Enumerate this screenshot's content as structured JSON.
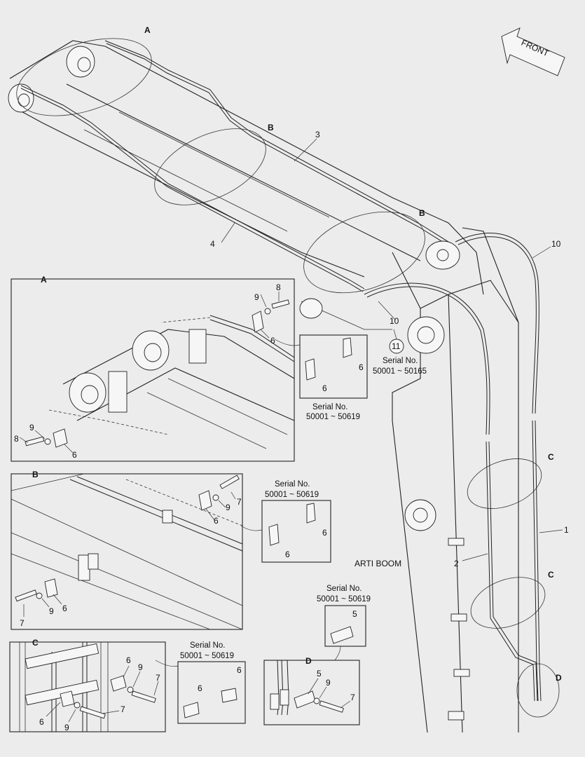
{
  "front_label": "FRONT",
  "boom_label": "ARTI BOOM",
  "callouts": {
    "main_A": "A",
    "main_B1": "B",
    "main_B2": "B",
    "main_C1": "C",
    "main_C2": "C",
    "main_D": "D",
    "p1": "1",
    "p2": "2",
    "p3": "3",
    "p4": "4",
    "p10a": "10",
    "p10b": "10",
    "p11": "11"
  },
  "serial_11": {
    "title": "Serial No.",
    "range": "50001 ~ 50165"
  },
  "detail_A": {
    "title": "A",
    "labels": {
      "n8a": "8",
      "n9a": "9",
      "n6a": "6",
      "n8b": "8",
      "n9b": "9",
      "n6b": "6"
    },
    "serial": {
      "title": "Serial No.",
      "range": "50001 ~ 50619",
      "p1": "6",
      "p2": "6"
    }
  },
  "detail_B": {
    "title": "B",
    "labels": {
      "n7a": "7",
      "n9a": "9",
      "n6a": "6",
      "n7b": "7",
      "n9b": "9",
      "n6b": "6"
    },
    "serial": {
      "title": "Serial No.",
      "range": "50001 ~ 50619",
      "p1": "6",
      "p2": "6"
    }
  },
  "detail_C": {
    "title": "C",
    "labels": {
      "n6a": "6",
      "n9a": "9",
      "n7a": "7",
      "n6b": "6",
      "n9b": "9",
      "n7b": "7"
    },
    "serial": {
      "title": "Serial No.",
      "range": "50001 ~ 50619",
      "p1": "6",
      "p2": "6"
    }
  },
  "detail_D": {
    "title": "D",
    "labels": {
      "n5": "5",
      "n9": "9",
      "n7": "7"
    },
    "serial": {
      "title": "Serial No.",
      "range": "50001 ~ 50619",
      "p1": "5"
    }
  }
}
